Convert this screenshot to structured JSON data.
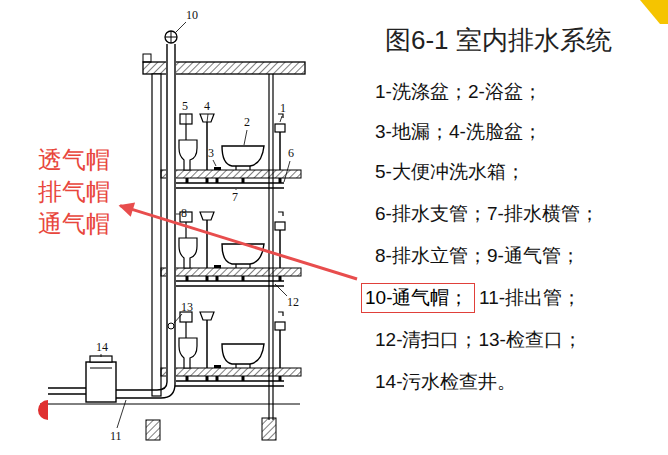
{
  "diagram": {
    "title": "图6-1 室内排水系统",
    "nodes": [
      {
        "text": [
          "透气帽 排气帽 通气帽"
        ]
      },
      {
        "text": [
          "10-通气帽；"
        ]
      }
    ],
    "edges": [
      {
        "from": 1,
        "to": 0,
        "arrow": "to"
      }
    ],
    "labels": [
      "1-洗涤盆；2-浴盆；",
      "3-地漏；4-洗脸盆；",
      "5-大便冲洗水箱；",
      "6-排水支管；7-排水横管；",
      "8-排水立管；9-通气管；",
      "11-排出管；",
      "12-清扫口；13-检查口；",
      "14-污水检查井。",
      "10",
      "5",
      "4",
      "2",
      "1",
      "3",
      "6",
      "7",
      "8",
      "12",
      "13",
      "14",
      "11"
    ]
  }
}
